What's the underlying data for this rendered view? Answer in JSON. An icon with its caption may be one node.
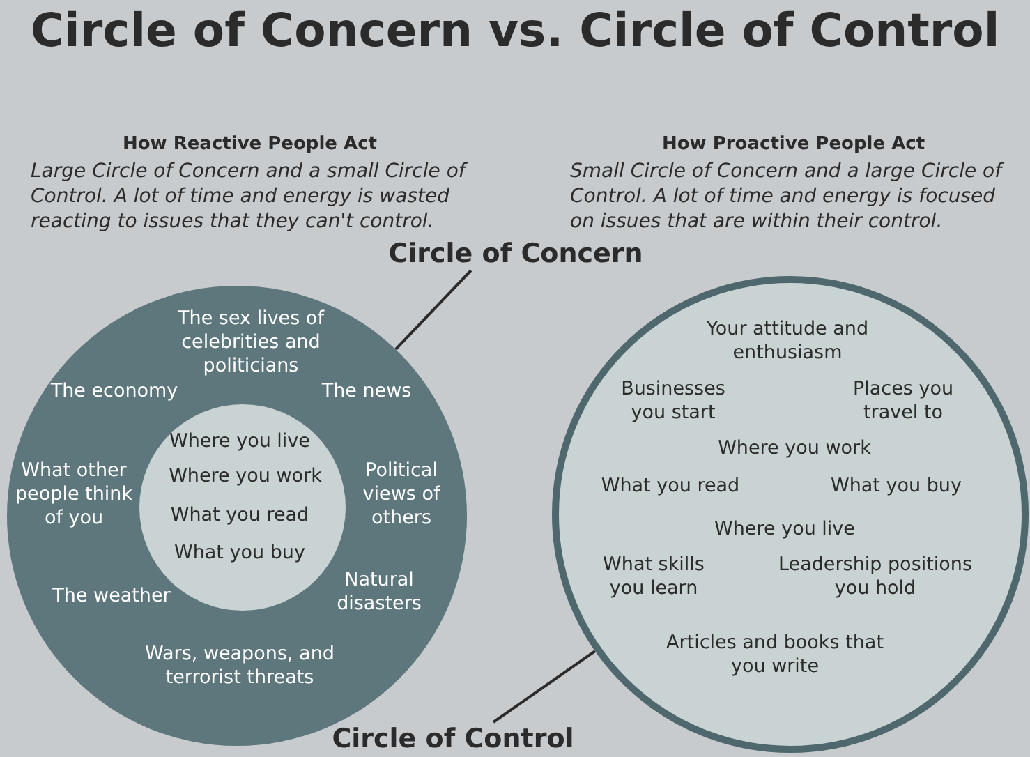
{
  "diagram": {
    "title": "Circle of Concern vs. Circle of Control",
    "nodes": [
      {
        "text": [
          "The sex lives of celebrities and politicians",
          "The economy",
          "The news",
          "What other people think of you",
          "Political views of others",
          "The weather",
          "Natural disasters",
          "Wars, weapons, and terrorist threats"
        ]
      },
      {
        "text": [
          "Where you live",
          "Where you work",
          "What you read",
          "What you buy"
        ],
        "in": 0
      },
      {
        "text": [
          "Your attitude and enthusiasm",
          "Businesses you start",
          "Places you travel to",
          "Where you work",
          "What you read",
          "What you buy",
          "Where you live",
          "What skills you learn",
          "Leadership positions you hold",
          "Articles and books that you write"
        ]
      },
      {
        "text": [
          "Circle of Concern"
        ]
      },
      {
        "text": [
          "Circle of Control"
        ]
      }
    ],
    "edges": [
      {
        "from": 3,
        "to": 0,
        "arrow": "none"
      },
      {
        "from": 4,
        "to": 2,
        "arrow": "none"
      }
    ],
    "labels": [
      "How Reactive People Act",
      "Large Circle of Concern and a small Circle of Control. A lot of time and energy is wasted reacting to issues that they can't control.",
      "How Proactive People Act",
      "Small Circle of Concern and a large Circle of Control. A lot of time and energy is focused on issues that are within their control."
    ]
  }
}
